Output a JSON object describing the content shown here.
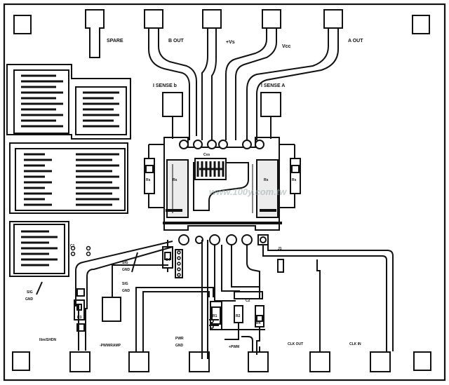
{
  "labels": {
    "spare": "SPARE",
    "b_out": "B OUT",
    "vs_plus": "+Vs",
    "vcc": "Vcc",
    "a_out": "A OUT",
    "i_sense_b": "I SENSE b",
    "i_sense_a": "I SENSE A",
    "cvs": "Cvs",
    "rs_left_small": "Rs",
    "rs_left": "Rs",
    "rs_right": "Rs",
    "rs_right_small": "Rs",
    "j1": "J1",
    "sig_gnd_left": "SIG\nGND",
    "sig_gnd_mid1": "SIG\nGND",
    "sig_gnd_mid2": "SIG\nGND",
    "r3": "R3",
    "ilim_shdn": "Ilim/SHDN",
    "pwm_ramp": "-PWM/RAMP",
    "pwr_gnd": "PWR\nGND",
    "pwm_plus": "+PWM",
    "clk_out": "CLK OUT",
    "clk_in": "CLK IN",
    "c2": "C2",
    "r4": "R4",
    "r1": "R1",
    "r2": "R2",
    "c4": "C4",
    "c1": "C1",
    "watermark": "www.100y.com.tw"
  }
}
